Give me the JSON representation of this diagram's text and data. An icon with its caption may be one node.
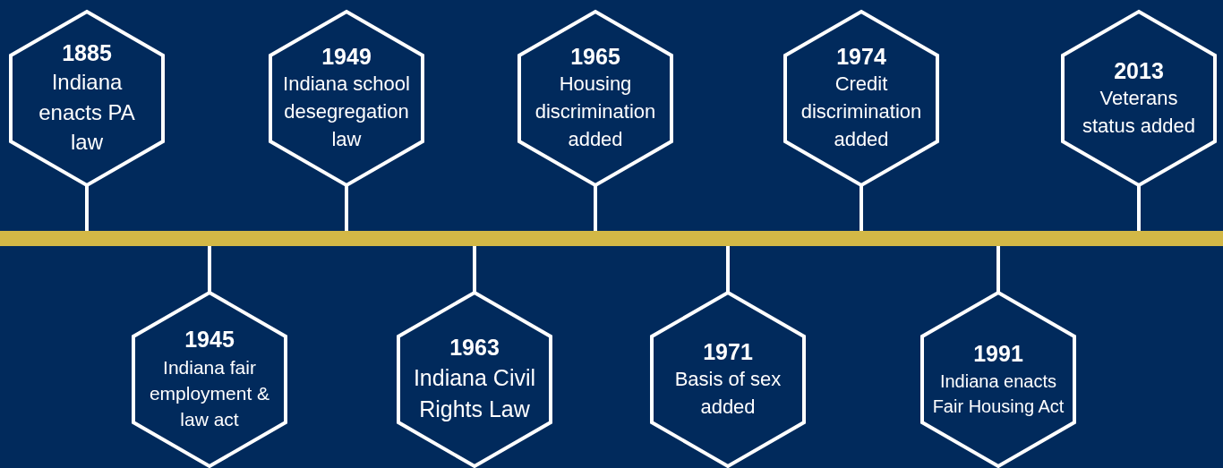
{
  "diagram": {
    "nodes": [
      {
        "text": [
          "1885",
          "Indiana enacts PA law"
        ]
      },
      {
        "text": [
          "1945",
          "Indiana fair employment & law act"
        ]
      },
      {
        "text": [
          "1949",
          "Indiana school desegregation law"
        ]
      },
      {
        "text": [
          "1963",
          "Indiana Civil Rights Law"
        ]
      },
      {
        "text": [
          "1965",
          "Housing discrimination added"
        ]
      },
      {
        "text": [
          "1971",
          "Basis of sex added"
        ]
      },
      {
        "text": [
          "1974",
          "Credit discrimination added"
        ]
      },
      {
        "text": [
          "1991",
          "Indiana enacts Fair Housing Act"
        ]
      },
      {
        "text": [
          "2013",
          "Veterans status added"
        ]
      },
      {
        "text": [],
        "shape": "bar"
      }
    ],
    "edges": [
      {
        "from": 0,
        "to": 9,
        "arrow": "none"
      },
      {
        "from": 1,
        "to": 9,
        "arrow": "none"
      },
      {
        "from": 2,
        "to": 9,
        "arrow": "none"
      },
      {
        "from": 3,
        "to": 9,
        "arrow": "none"
      },
      {
        "from": 4,
        "to": 9,
        "arrow": "none"
      },
      {
        "from": 5,
        "to": 9,
        "arrow": "none"
      },
      {
        "from": 6,
        "to": 9,
        "arrow": "none"
      },
      {
        "from": 7,
        "to": 9,
        "arrow": "none"
      },
      {
        "from": 8,
        "to": 9,
        "arrow": "none"
      }
    ]
  }
}
